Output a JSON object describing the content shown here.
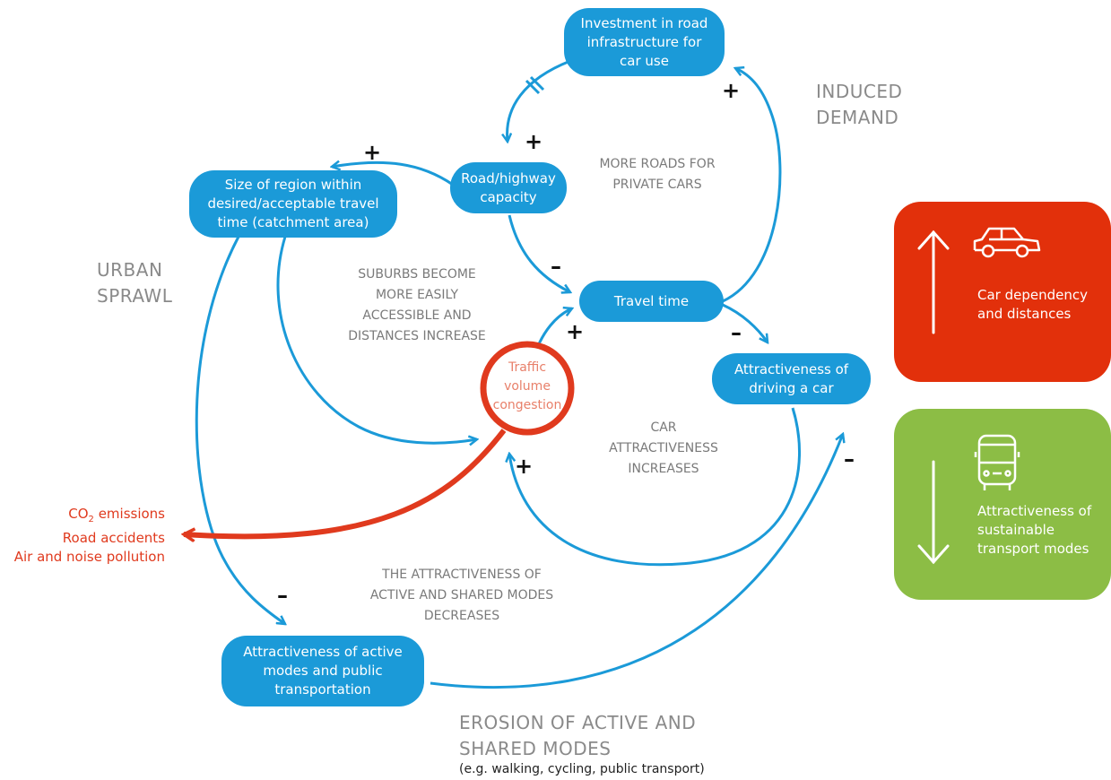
{
  "nodes": {
    "investment": "Investment in road infrastructure for car use",
    "capacity": "Road/highway capacity",
    "region_size": "Size of region within desired/acceptable travel time (catchment area)",
    "travel_time": "Travel time",
    "attract_car": "Attractiveness of driving a car",
    "attract_active": "Attractiveness of active modes and public transportation",
    "traffic": "Traffic volume congestion"
  },
  "labels": {
    "induced_demand": "INDUCED DEMAND",
    "more_roads": "MORE ROADS FOR PRIVATE CARS",
    "urban_sprawl": "URBAN SPRAWL",
    "suburbs": "SUBURBS BECOME MORE EASILY ACCESSIBLE AND DISTANCES INCREASE",
    "car_attract_increases": "CAR ATTRACTIVENESS INCREASES",
    "active_decreases": "THE ATTRACTIVENESS OF ACTIVE AND SHARED MODES DECREASES",
    "erosion": "EROSION OF ACTIVE AND SHARED MODES",
    "erosion_examples": "(e.g. walking, cycling, public transport)"
  },
  "impacts": {
    "co2_prefix": "CO",
    "co2_sub": "2",
    "co2_suffix": " emissions",
    "accidents": "Road accidents",
    "pollution": "Air and noise pollution"
  },
  "signs": {
    "plus": "+",
    "minus": "–"
  },
  "panels": {
    "car": "Car dependency and distances",
    "sustainable": "Attractiveness of sustainable transport modes"
  },
  "colors": {
    "node_blue": "#1b9ad8",
    "impact_red": "#e03a1e",
    "panel_red": "#e2300b",
    "panel_green": "#8cbd45",
    "label_gray": "#7a7a7a"
  }
}
